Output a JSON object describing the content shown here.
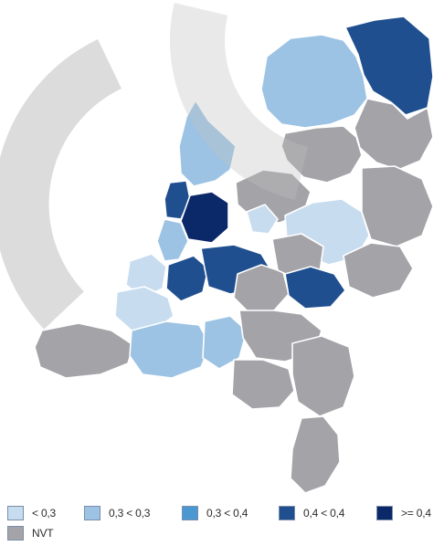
{
  "colors": {
    "class_lt_0_3": "#c7dcef",
    "class_0_3_0_3": "#9cc3e4",
    "class_0_3_0_4": "#4a97d1",
    "class_0_4_0_4": "#1f4f8f",
    "class_ge_0_4": "#0b2868",
    "class_nvt": "#a3a3a8",
    "border": "#ffffff",
    "watermark": "#bfbfbf"
  },
  "legend": {
    "items": [
      {
        "label": "< 0,3",
        "color_key": "class_lt_0_3"
      },
      {
        "label": "0,3 < 0,3",
        "color_key": "class_0_3_0_3"
      },
      {
        "label": "0,3 < 0,4",
        "color_key": "class_0_3_0_4"
      },
      {
        "label": "0,4 < 0,4",
        "color_key": "class_0_4_0_4"
      },
      {
        "label": ">= 0,4",
        "color_key": "class_ge_0_4"
      },
      {
        "label": "NVT",
        "color_key": "class_nvt"
      }
    ]
  },
  "map": {
    "regions": [
      {
        "name": "region-friesland",
        "class": "class_0_3_0_3"
      },
      {
        "name": "region-groningen",
        "class": "class_0_4_0_4"
      },
      {
        "name": "region-drenthe-north",
        "class": "class_nvt"
      },
      {
        "name": "region-drenthe-south",
        "class": "class_nvt"
      },
      {
        "name": "region-noord-holland-north",
        "class": "class_0_3_0_3"
      },
      {
        "name": "region-zaanstreek",
        "class": "class_0_4_0_4"
      },
      {
        "name": "region-amsterdam",
        "class": "class_ge_0_4"
      },
      {
        "name": "region-kennemerland",
        "class": "class_0_3_0_3"
      },
      {
        "name": "region-flevoland",
        "class": "class_nvt"
      },
      {
        "name": "region-gooi",
        "class": "class_lt_0_3"
      },
      {
        "name": "region-overijssel-west",
        "class": "class_lt_0_3"
      },
      {
        "name": "region-twente",
        "class": "class_nvt"
      },
      {
        "name": "region-haaglanden",
        "class": "class_lt_0_3"
      },
      {
        "name": "region-hollands-midden",
        "class": "class_0_4_0_4"
      },
      {
        "name": "region-utrecht",
        "class": "class_0_4_0_4"
      },
      {
        "name": "region-gelderland-west",
        "class": "class_nvt"
      },
      {
        "name": "region-gelderland-midden",
        "class": "class_nvt"
      },
      {
        "name": "region-achterhoek",
        "class": "class_nvt"
      },
      {
        "name": "region-nijmegen",
        "class": "class_0_4_0_4"
      },
      {
        "name": "region-rotterdam",
        "class": "class_lt_0_3"
      },
      {
        "name": "region-zeeland",
        "class": "class_nvt"
      },
      {
        "name": "region-west-brabant",
        "class": "class_0_3_0_3"
      },
      {
        "name": "region-midden-brabant",
        "class": "class_0_3_0_3"
      },
      {
        "name": "region-brabant-noordoost",
        "class": "class_nvt"
      },
      {
        "name": "region-zuidoost-brabant",
        "class": "class_nvt"
      },
      {
        "name": "region-limburg-noord",
        "class": "class_nvt"
      },
      {
        "name": "region-limburg-zuid",
        "class": "class_nvt"
      }
    ]
  }
}
